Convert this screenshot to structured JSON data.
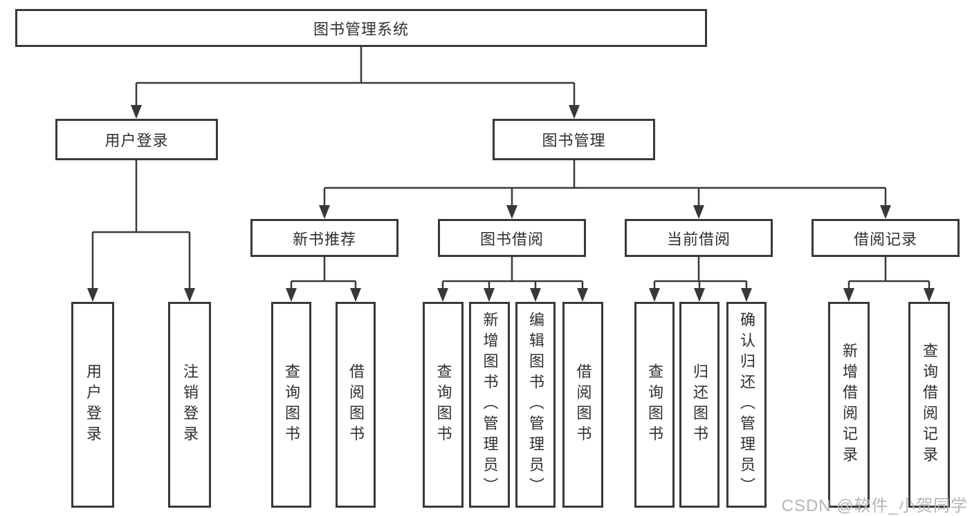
{
  "colors": {
    "line": "#383838",
    "box_border": "#383838",
    "box_fill": "#ffffff",
    "text": "#2f2f2f",
    "watermark": "#b5b5b5",
    "background": "#ffffff"
  },
  "nodes": {
    "root": "图书管理系统",
    "user_login": "用户登录",
    "book_mgmt": "图书管理",
    "l3": [
      "新书推荐",
      "图书借阅",
      "当前借阅",
      "借阅记录"
    ],
    "user_login_children": [
      "用户登录",
      "注销登录"
    ],
    "new_book_children": [
      "查询图书",
      "借阅图书"
    ],
    "book_borrow_children": [
      "查询图书",
      "新增图书（管理员）",
      "编辑图书（管理员）",
      "借阅图书"
    ],
    "current_borrow_children": [
      "查询图书",
      "归还图书",
      "确认归还（管理员）"
    ],
    "borrow_record_children": [
      "新增借阅记录",
      "查询借阅记录"
    ]
  },
  "watermark": {
    "text": "CSDN @软件_小贺同学"
  }
}
